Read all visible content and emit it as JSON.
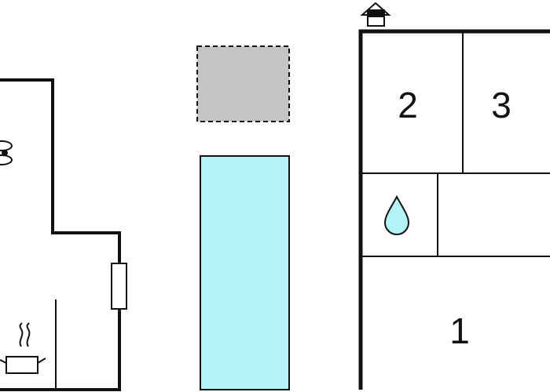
{
  "floorplan": {
    "rooms": [
      {
        "id": "bedroom-2",
        "label": "2"
      },
      {
        "id": "bedroom-3",
        "label": "3"
      },
      {
        "id": "room-1",
        "label": "1"
      }
    ],
    "icons": [
      {
        "id": "entrance",
        "icon": "house-entrance-icon"
      },
      {
        "id": "bathroom",
        "icon": "water-drop-icon"
      },
      {
        "id": "kitchen",
        "icon": "cooking-pot-icon"
      },
      {
        "id": "ceiling-fan",
        "icon": "fan-icon"
      }
    ],
    "areas": [
      {
        "id": "terrace",
        "kind": "dashed-gray-area"
      },
      {
        "id": "pool",
        "kind": "pool"
      }
    ],
    "colors": {
      "walls": "#111111",
      "pool": "#b3f3f8",
      "terrace": "#c4c4c4",
      "water_drop": "#b3f3f8"
    }
  }
}
